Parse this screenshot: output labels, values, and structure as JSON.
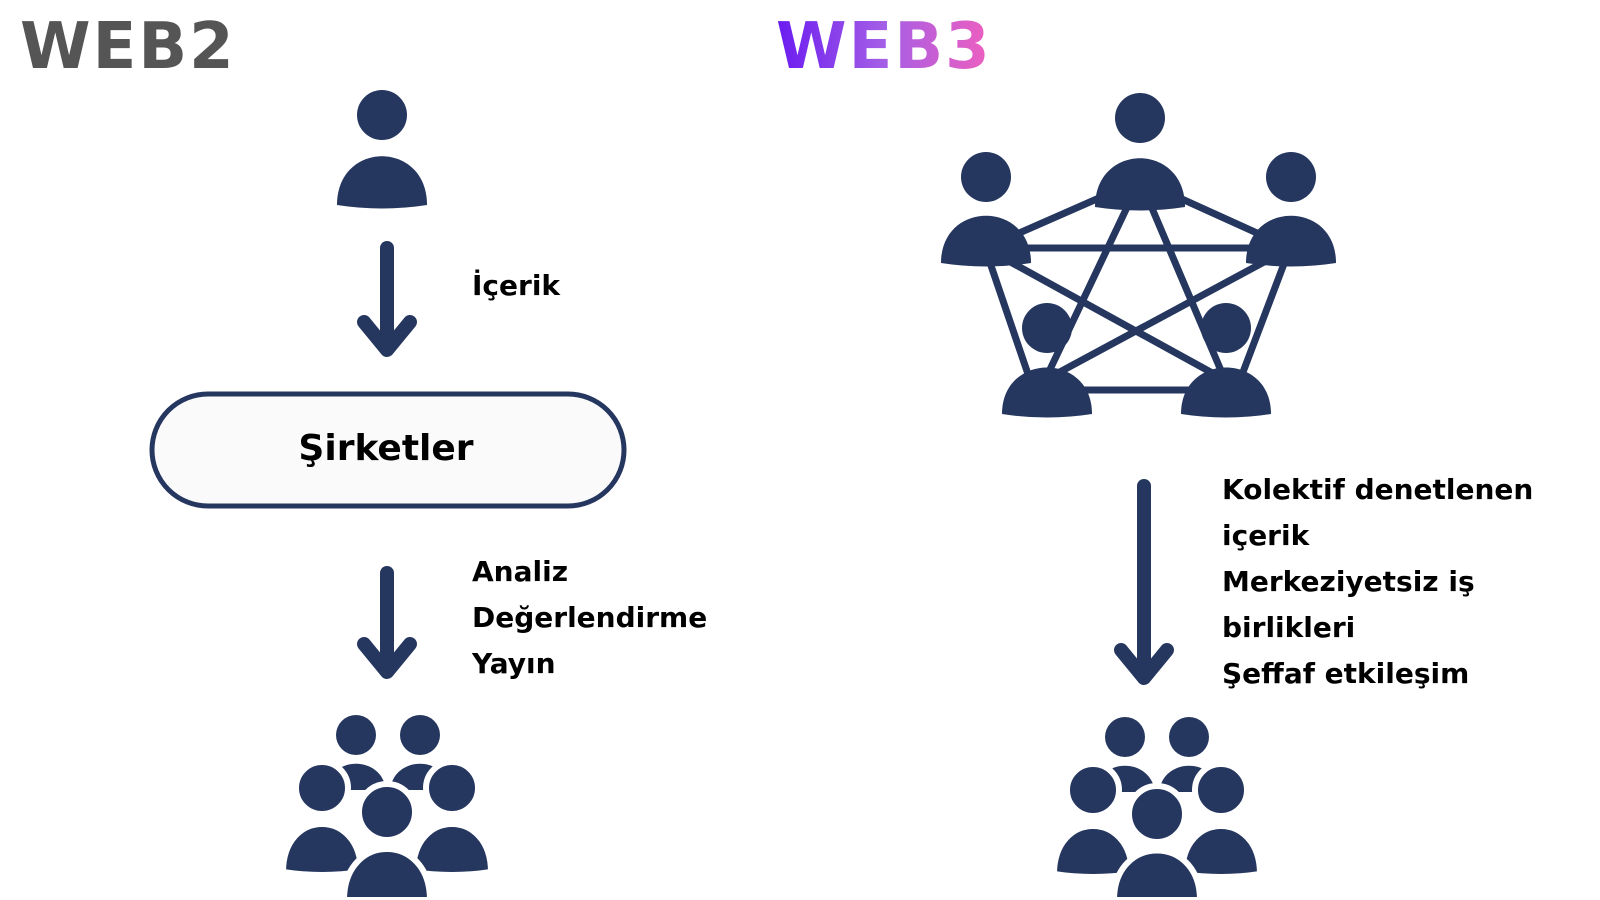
{
  "headings": {
    "web2": "WEB2",
    "web3": "WEB3"
  },
  "colors": {
    "icon": "#25365f",
    "web2_heading": "#555555",
    "web3_gradient": [
      "#6a1bf0",
      "#a45ee6",
      "#ef5fbf"
    ],
    "pill_fill": "#fafafa",
    "text": "#000000"
  },
  "web2": {
    "label_content": "İçerik",
    "company_box": "Şirketler",
    "process_lines": [
      "Analiz",
      "Değerlendirme",
      "Yayın"
    ]
  },
  "web3": {
    "feature_lines": [
      "Kolektif denetlenen",
      "içerik",
      "Merkeziyetsiz iş",
      "birlikleri",
      "Şeffaf etkileşim"
    ]
  },
  "icons": {
    "single_user": "user-icon",
    "network": "user-network-icon",
    "group": "user-group-icon",
    "arrow": "arrow-down-icon"
  }
}
